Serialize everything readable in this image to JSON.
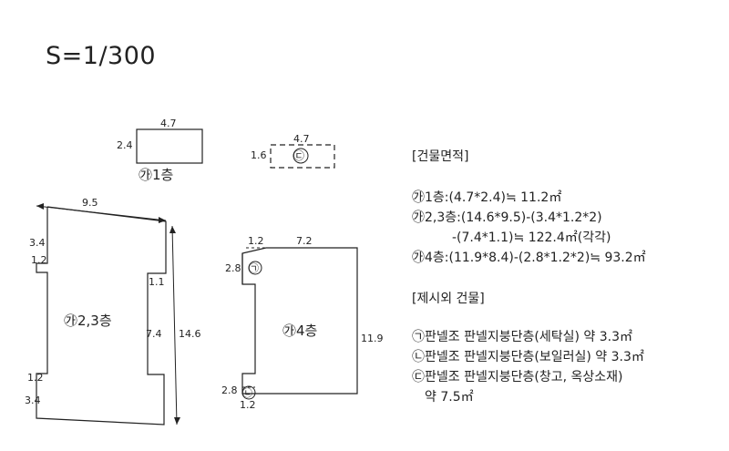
{
  "scale": "S=1/300",
  "plan_1": {
    "top": "4.7",
    "left": "2.4",
    "label": "㉮1층"
  },
  "plan_c": {
    "top": "4.7",
    "left": "1.6",
    "mark": "㉢"
  },
  "plan_23": {
    "top": "9.5",
    "d1": "3.4",
    "d2": "1.2",
    "d3": "1.1",
    "d4": "7.4",
    "right": "14.6",
    "d5": "1.2",
    "d6": "3.4",
    "label": "㉮2,3층"
  },
  "plan_4": {
    "d1": "1.2",
    "top": "7.2",
    "d2": "2.8",
    "mark_a": "㉠",
    "right": "11.9",
    "d3": "2.8",
    "mark_b": "㉡",
    "d4": "1.2",
    "label": "㉮4층"
  },
  "side": {
    "h1": "[건물면적]",
    "l1": "㉮1층:(4.7*2.4)≒ 11.2㎡",
    "l2": "㉮2,3층:(14.6*9.5)-(3.4*1.2*2)",
    "l3": "-(7.4*1.1)≒ 122.4㎡(각각)",
    "l4": "㉮4층:(11.9*8.4)-(2.8*1.2*2)≒ 93.2㎡",
    "h2": "[제시외 건물]",
    "l5": "㉠판넬조 판넬지붕단층(세탁실) 약 3.3㎡",
    "l6": "㉡판넬조 판넬지붕단층(보일러실) 약 3.3㎡",
    "l7": "㉢판넬조 판넬지붕단층(창고, 옥상소재)",
    "l8": "약 7.5㎡"
  }
}
